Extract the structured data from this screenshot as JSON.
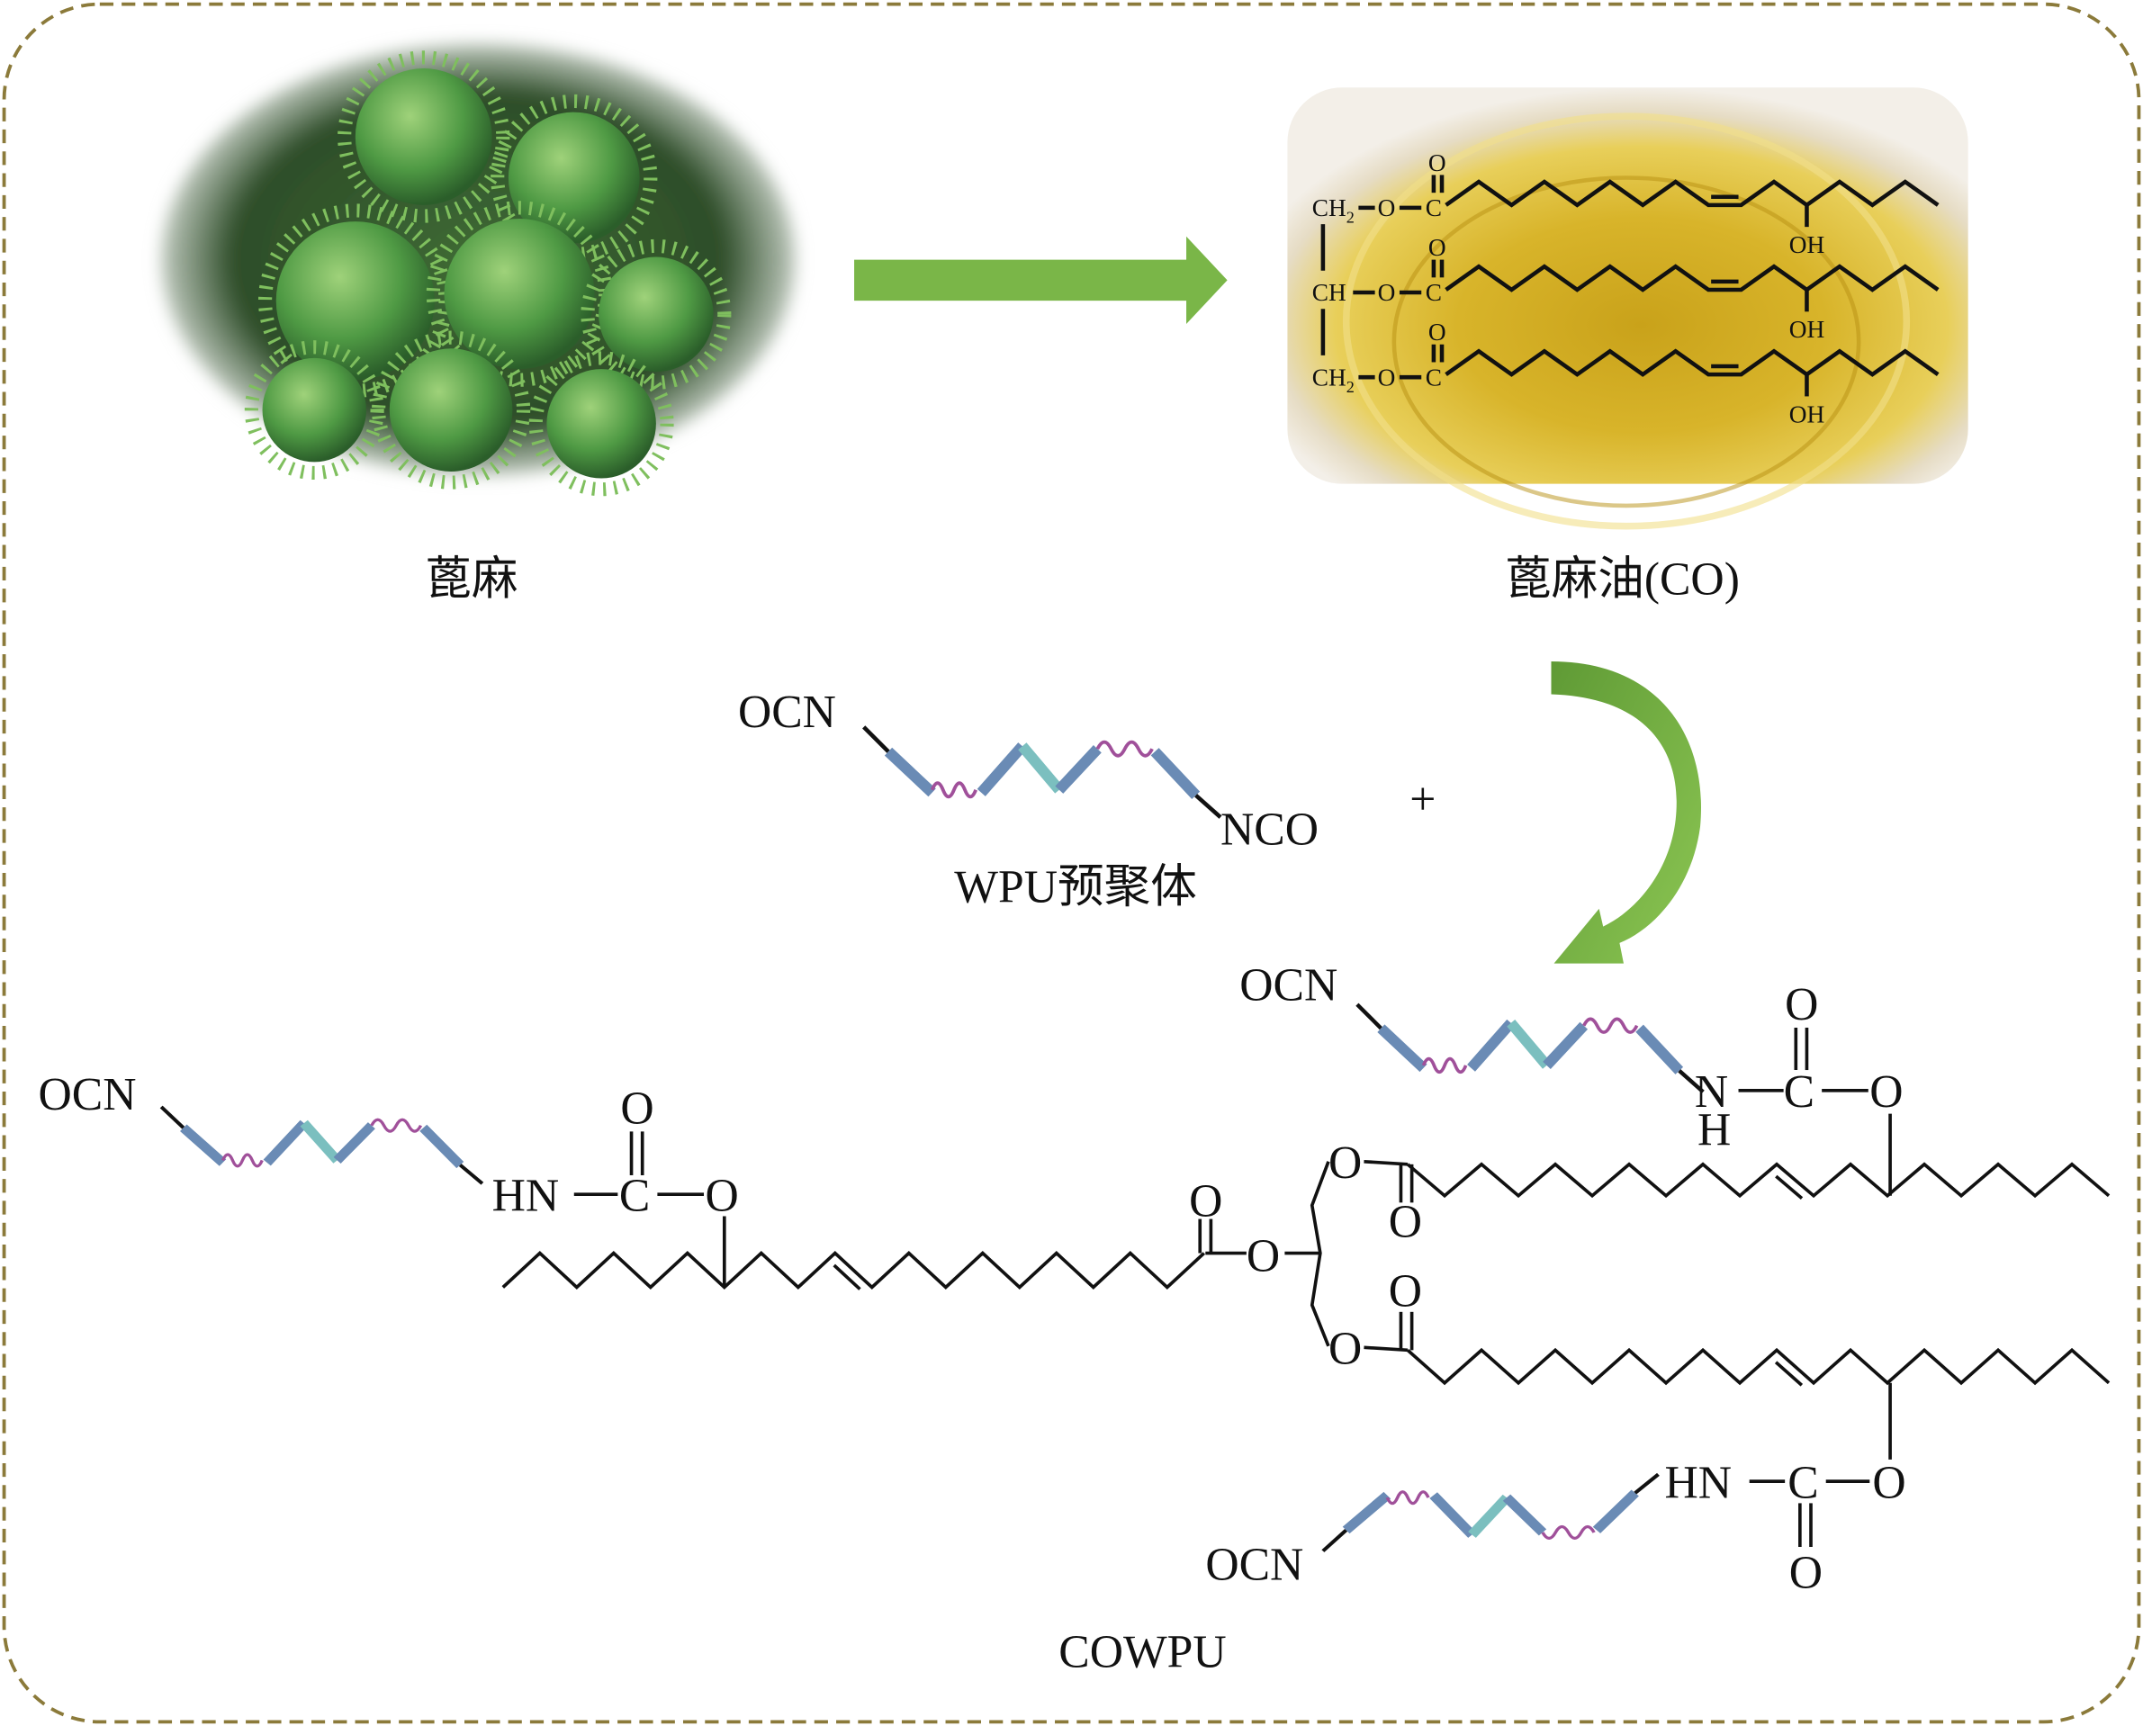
{
  "labels": {
    "castor_plant": "蓖麻",
    "castor_oil": "蓖麻油(CO)",
    "prepolymer": "WPU预聚体",
    "product": "COWPU",
    "plus": "+"
  },
  "groups": {
    "ocn": "OCN",
    "nco": "NCO",
    "hn": "HN",
    "n": "N",
    "h": "H",
    "c": "C",
    "o": "O",
    "oh": "OH",
    "ch": "CH",
    "ch2": "CH",
    "sub2": "2",
    "dash": "-"
  },
  "colors": {
    "border": "#8b7a3a",
    "arrow_green": "#7ab648",
    "segment_blue": "#6a8bb5",
    "segment_teal": "#7bbfbf",
    "soft_segment_magenta": "#a0509a"
  }
}
